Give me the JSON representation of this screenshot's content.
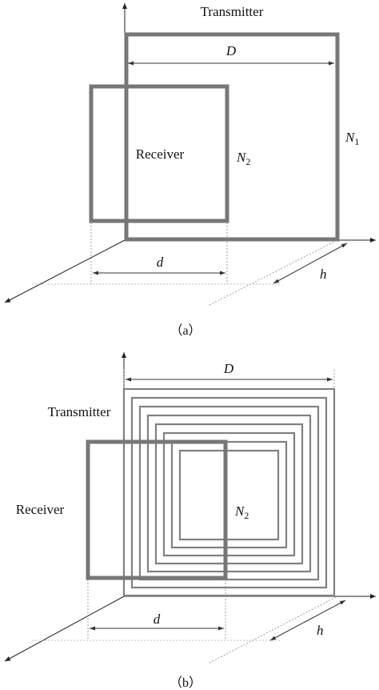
{
  "colors": {
    "coil": "#777777",
    "coil_thin": "#808080",
    "axis": "#222222",
    "dim": "#333333",
    "text": "#111111"
  },
  "panel_a": {
    "transmitter_label": "Transmitter",
    "receiver_label": "Receiver",
    "D_label": "D",
    "d_label": "d",
    "h_label": "h",
    "N1_label": "N",
    "N1_sub": "1",
    "N2_label": "N",
    "N2_sub": "2",
    "caption": "（a）"
  },
  "panel_b": {
    "transmitter_label": "Transmitter",
    "receiver_label": "Receiver",
    "D_label": "D",
    "d_label": "d",
    "h_label": "h",
    "N2_label": "N",
    "N2_sub": "2",
    "caption": "（b）",
    "transmitter_turns": 8
  }
}
